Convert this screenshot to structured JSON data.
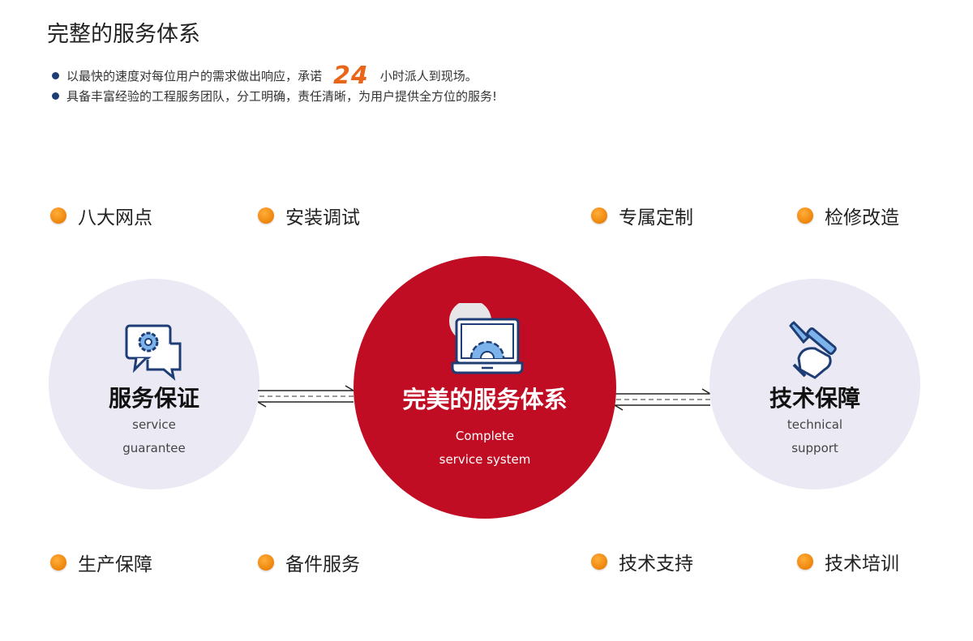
{
  "title": "完整的服务体系",
  "bullets": {
    "line1_before": "以最快的速度对每位用户的需求做出响应，承诺",
    "line1_number": "24",
    "line1_after": "小时派人到现场。",
    "line2": "具备丰富经验的工程服务团队，分工明确，责任清晰，为用户提供全方位的服务!"
  },
  "features_top": [
    "八大网点",
    "安装调试",
    "专属定制",
    "检修改造"
  ],
  "features_bottom": [
    "生产保障",
    "备件服务",
    "技术支持",
    "技术培训"
  ],
  "left": {
    "title": "服务保证",
    "sub1": "service",
    "sub2": "guarantee"
  },
  "center": {
    "title": "完美的服务体系",
    "sub1": "Complete",
    "sub2": "service system"
  },
  "right": {
    "title": "技术保障",
    "sub1": "technical",
    "sub2": "support"
  },
  "colors": {
    "accent": "#c10d23",
    "orange": "#e8651a",
    "circle": "#ebeaf4"
  }
}
